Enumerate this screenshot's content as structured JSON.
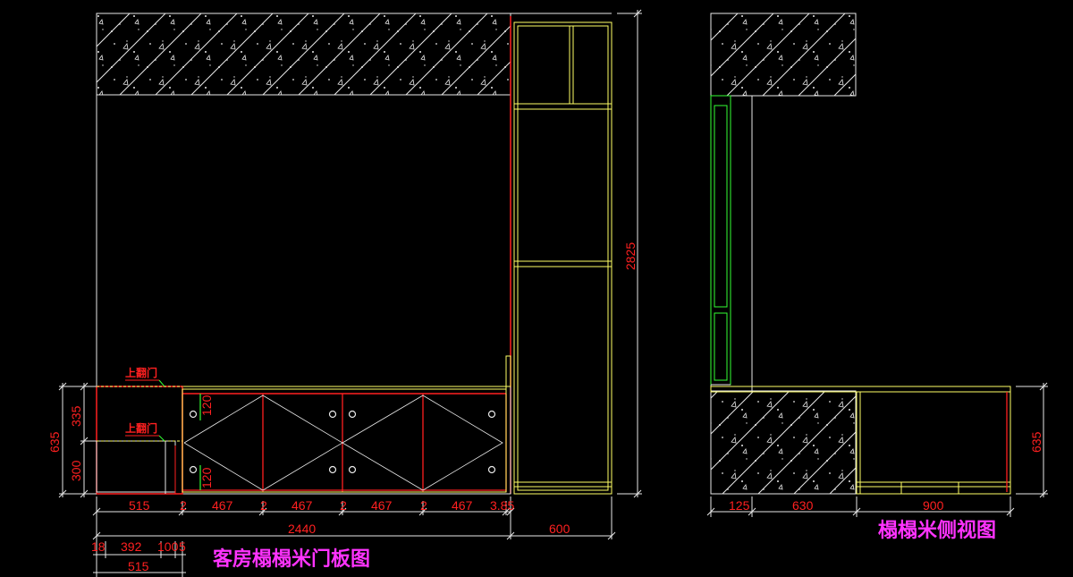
{
  "titles": {
    "front": "客房榻榻米门板图",
    "side": "榻榻米侧视图"
  },
  "labels": {
    "flip_door_top": "上翻门",
    "flip_door_lower": "上翻门"
  },
  "front_dims": {
    "bottom_row": [
      "515",
      "2",
      "467",
      "2",
      "467",
      "2",
      "467",
      "2",
      "467",
      "3.85"
    ],
    "total_width": "2440",
    "cabinet_width": "600",
    "sub_row": [
      "18",
      "392",
      "100",
      "5"
    ],
    "sub_total": "515",
    "left_overall": "635",
    "left_upper": "335",
    "left_lower": "300",
    "height_total": "2825",
    "handle_a": "120",
    "handle_b": "120"
  },
  "side_dims": {
    "bottom_row": [
      "125",
      "630",
      "900"
    ],
    "right_height": "635"
  },
  "colors": {
    "yellow": "#ffff66",
    "red": "#ff2020",
    "green": "#33ff33",
    "white": "#e8e8e8",
    "magenta": "#ff33ff",
    "dark_red": "#b00000"
  }
}
